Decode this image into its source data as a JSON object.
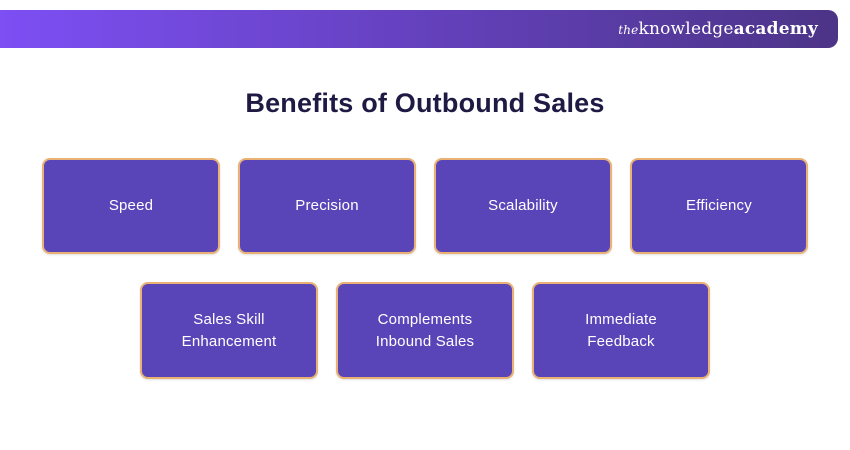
{
  "header": {
    "logo": {
      "prefix": "the",
      "word1": "knowledge",
      "word2": "academy"
    }
  },
  "title": "Benefits of Outbound Sales",
  "colors": {
    "box_fill": "#5A45B8",
    "box_border": "#E9B173",
    "title_color": "#1F1A44",
    "grad_left": "#7D4FF4",
    "grad_right": "#4C3487"
  },
  "rows": [
    {
      "boxes": [
        {
          "label": "Speed"
        },
        {
          "label": "Precision"
        },
        {
          "label": "Scalability"
        },
        {
          "label": "Efficiency"
        }
      ]
    },
    {
      "boxes": [
        {
          "label": "Sales Skill\nEnhancement"
        },
        {
          "label": "Complements\nInbound Sales"
        },
        {
          "label": "Immediate\nFeedback"
        }
      ]
    }
  ]
}
